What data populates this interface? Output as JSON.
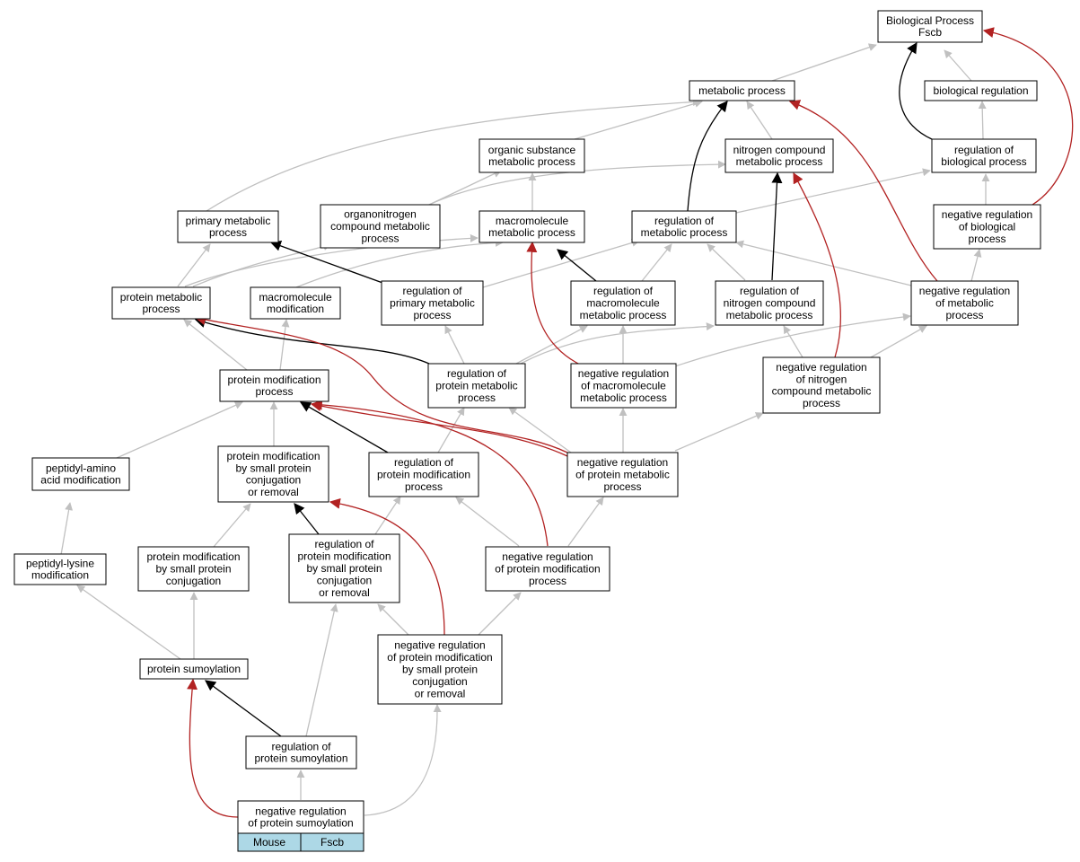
{
  "colors": {
    "is_a": "#c0c0c0",
    "regulates": "#000000",
    "negatively_regulates": "#b22222",
    "species_fill": "#add8e6"
  },
  "nodes": {
    "bp": [
      "Biological Process",
      "Fscb"
    ],
    "metabolic": [
      "metabolic process"
    ],
    "bioreg": [
      "biological regulation"
    ],
    "organic": [
      "organic substance",
      "metabolic process"
    ],
    "nitrogen": [
      "nitrogen compound",
      "metabolic process"
    ],
    "regbio": [
      "regulation of",
      "biological process"
    ],
    "primary": [
      "primary metabolic",
      "process"
    ],
    "organonitrogen": [
      "organonitrogen",
      "compound metabolic",
      "process"
    ],
    "macromolecule": [
      "macromolecule",
      "metabolic process"
    ],
    "regmeta": [
      "regulation of",
      "metabolic process"
    ],
    "negregbio": [
      "negative regulation",
      "of biological",
      "process"
    ],
    "proteinmeta": [
      "protein metabolic",
      "process"
    ],
    "macromod": [
      "macromolecule",
      "modification"
    ],
    "regprimary": [
      "regulation of",
      "primary metabolic",
      "process"
    ],
    "regmacro": [
      "regulation of",
      "macromolecule",
      "metabolic process"
    ],
    "regnitrogen": [
      "regulation of",
      "nitrogen compound",
      "metabolic process"
    ],
    "negregmeta": [
      "negative regulation",
      "of metabolic",
      "process"
    ],
    "protmod": [
      "protein modification",
      "process"
    ],
    "regprotmeta": [
      "regulation of",
      "protein metabolic",
      "process"
    ],
    "negregmacro": [
      "negative regulation",
      "of macromolecule",
      "metabolic process"
    ],
    "negregnitro": [
      "negative regulation",
      "of nitrogen",
      "compound metabolic",
      "process"
    ],
    "peptidylamino": [
      "peptidyl-amino",
      "acid modification"
    ],
    "protmodsmall": [
      "protein modification",
      "by small protein",
      "conjugation",
      "or removal"
    ],
    "regprotmod": [
      "regulation of",
      "protein modification",
      "process"
    ],
    "negregprotmeta": [
      "negative regulation",
      "of protein metabolic",
      "process"
    ],
    "peptidyllysine": [
      "peptidyl-lysine",
      "modification"
    ],
    "protmodconj": [
      "protein modification",
      "by small protein",
      "conjugation"
    ],
    "regprotmodsmall": [
      "regulation of",
      "protein modification",
      "by small protein",
      "conjugation",
      "or removal"
    ],
    "negregprotmod": [
      "negative regulation",
      "of protein modification",
      "process"
    ],
    "sumoylation": [
      "protein sumoylation"
    ],
    "negregprotmodsmall": [
      "negative regulation",
      "of protein modification",
      "by small protein",
      "conjugation",
      "or removal"
    ],
    "regsumo": [
      "regulation of",
      "protein sumoylation"
    ],
    "negregsumo": [
      "negative regulation",
      "of protein sumoylation"
    ]
  },
  "species_row": [
    "Mouse",
    "Fscb"
  ]
}
